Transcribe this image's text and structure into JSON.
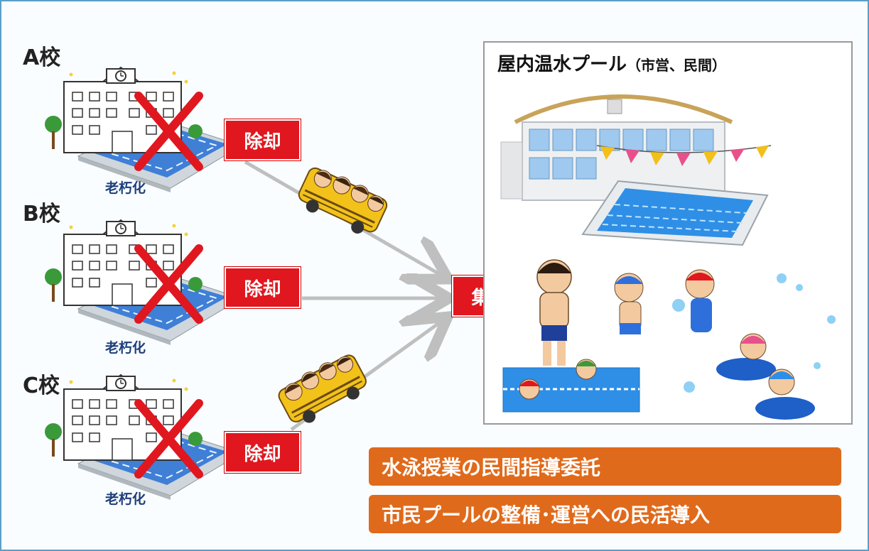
{
  "schools": [
    {
      "label": "A校",
      "status": "老朽化",
      "action": "除却"
    },
    {
      "label": "B校",
      "status": "老朽化",
      "action": "除却"
    },
    {
      "label": "C校",
      "status": "老朽化",
      "action": "除却"
    }
  ],
  "center": {
    "label": "集約"
  },
  "pool": {
    "title": "屋内温水プール",
    "subtitle": "（市営、民間）"
  },
  "bullets": [
    {
      "text": "水泳授業の民間指導委託"
    },
    {
      "text": "市民プールの整備･運営への民活導入"
    }
  ],
  "colors": {
    "red": "#e0171f",
    "orange": "#e06a1b",
    "arrow": "#bfbfbf",
    "frame": "#5a9fc8"
  }
}
